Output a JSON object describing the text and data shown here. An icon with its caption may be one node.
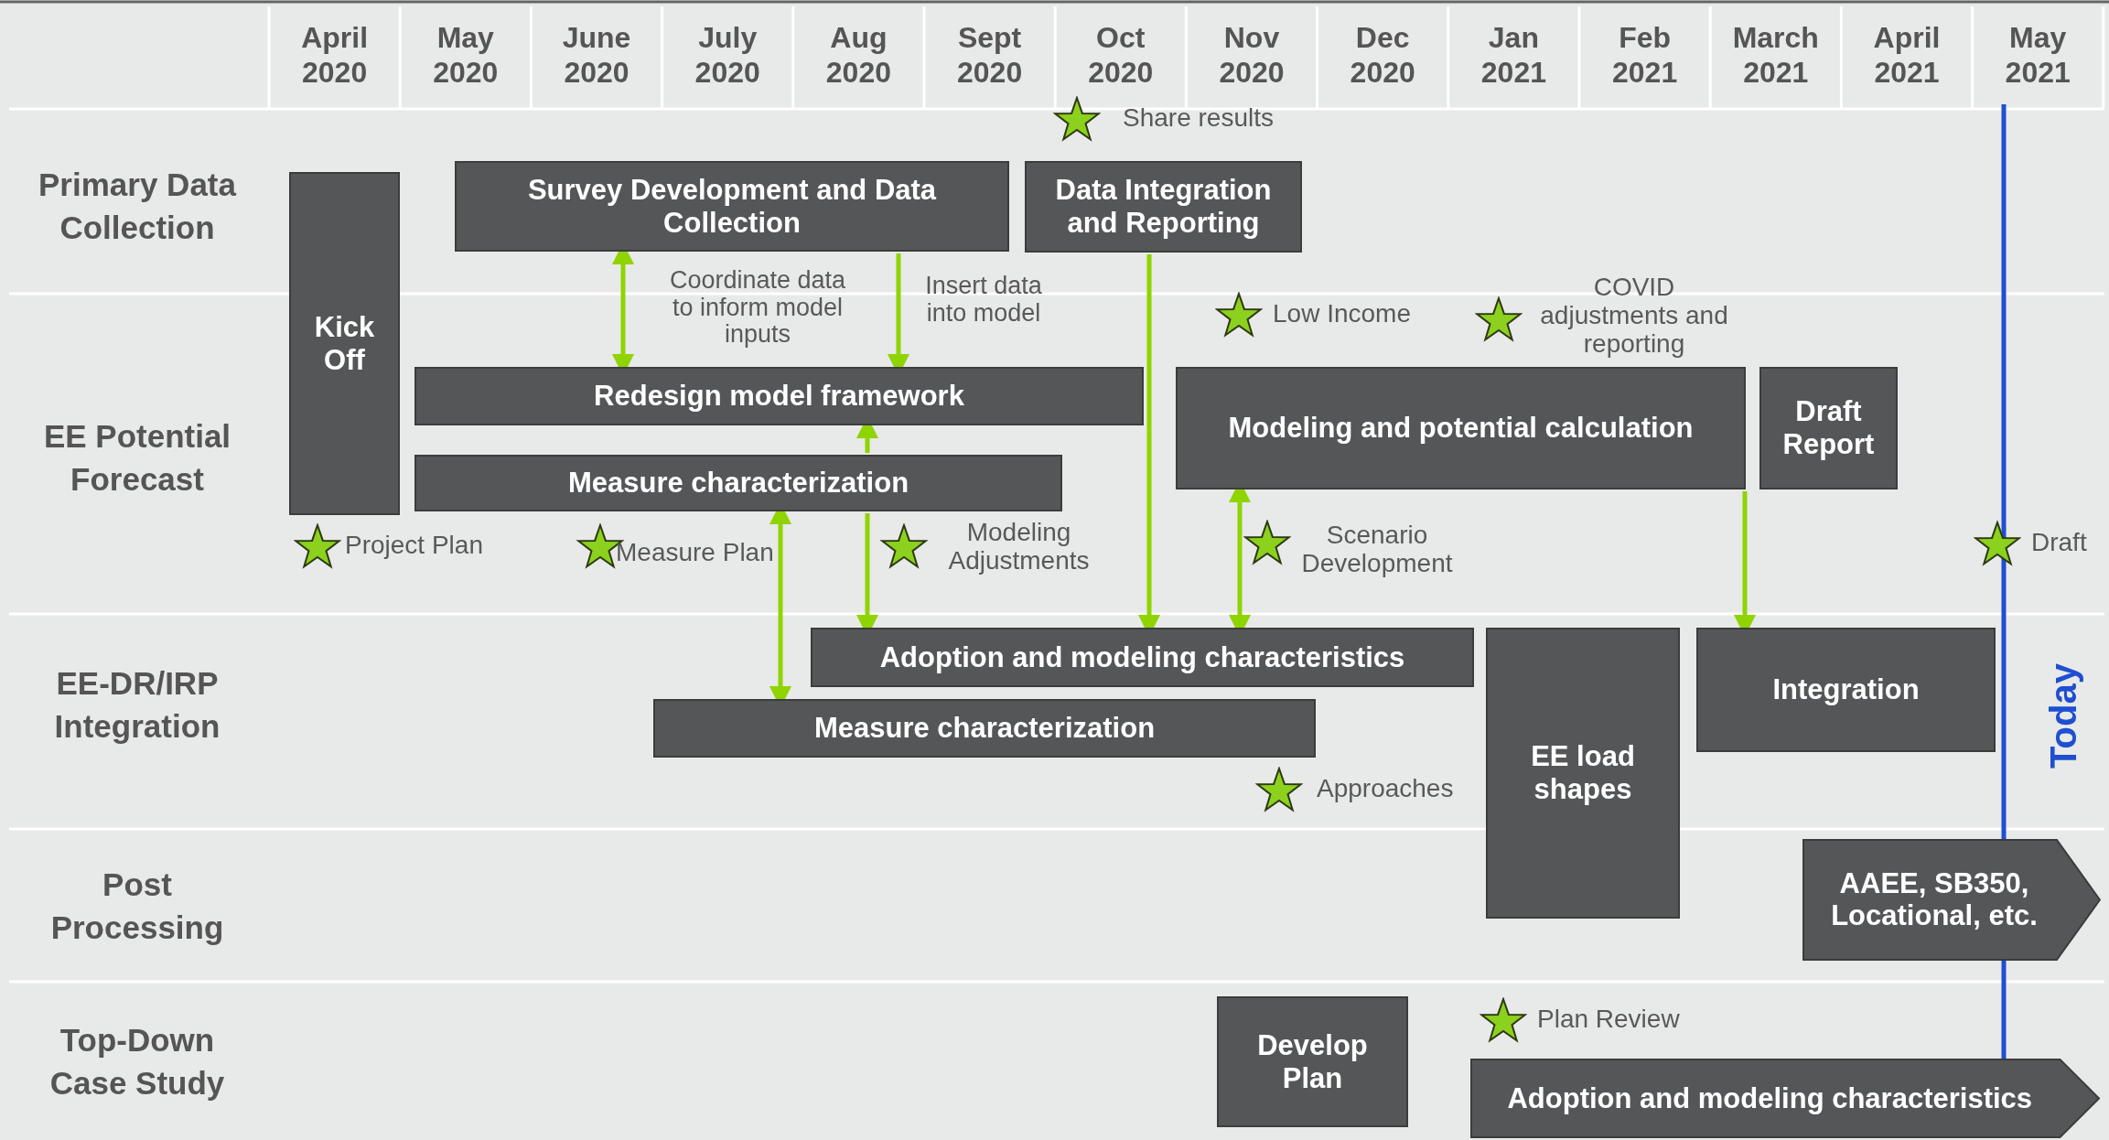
{
  "diagram": {
    "nodes": [
      {
        "text": [
          "Kick Off"
        ]
      },
      {
        "text": [
          "Survey Development and Data Collection"
        ]
      },
      {
        "text": [
          "Data Integration and Reporting"
        ]
      },
      {
        "text": [
          "Redesign model framework"
        ]
      },
      {
        "text": [
          "Measure characterization"
        ]
      },
      {
        "text": [
          "Modeling and potential calculation"
        ]
      },
      {
        "text": [
          "Draft Report"
        ]
      },
      {
        "text": [
          "Adoption and modeling characteristics"
        ]
      },
      {
        "text": [
          "Measure characterization"
        ]
      },
      {
        "text": [
          "EE load shapes"
        ]
      },
      {
        "text": [
          "Integration"
        ]
      },
      {
        "text": [
          "AAEE, SB350, Locational, etc."
        ]
      },
      {
        "text": [
          "Develop Plan"
        ]
      },
      {
        "text": [
          "Adoption and modeling characteristics"
        ]
      },
      {
        "text": [],
        "shape": "star",
        "beside": [
          "Share results"
        ]
      },
      {
        "text": [],
        "shape": "star",
        "beside": [
          "Project Plan"
        ]
      },
      {
        "text": [],
        "shape": "star",
        "beside": [
          "Measure Plan"
        ]
      },
      {
        "text": [],
        "shape": "star",
        "beside": [
          "Modeling Adjustments"
        ]
      },
      {
        "text": [],
        "shape": "star",
        "beside": [
          "Low Income"
        ]
      },
      {
        "text": [],
        "shape": "star",
        "beside": [
          "COVID adjustments and reporting"
        ]
      },
      {
        "text": [],
        "shape": "star",
        "beside": [
          "Scenario Development"
        ]
      },
      {
        "text": [],
        "shape": "star",
        "beside": [
          "Draft"
        ]
      },
      {
        "text": [],
        "shape": "star",
        "beside": [
          "Approaches"
        ]
      },
      {
        "text": [],
        "shape": "star",
        "beside": [
          "Plan Review"
        ]
      }
    ],
    "edges": [
      {
        "from": 1,
        "to": 3,
        "arrow": "both",
        "label": "Coordinate data to inform model inputs"
      },
      {
        "from": 1,
        "to": 3,
        "arrow": "to",
        "label": "Insert data into model"
      },
      {
        "from": 2,
        "to": 7,
        "arrow": "to"
      },
      {
        "from": 4,
        "to": 3,
        "arrow": "to"
      },
      {
        "from": 4,
        "to": 7,
        "arrow": "to"
      },
      {
        "from": 4,
        "to": 8,
        "arrow": "both"
      },
      {
        "from": 5,
        "to": 7,
        "arrow": "both"
      },
      {
        "from": 5,
        "to": 10,
        "arrow": "to"
      }
    ],
    "labels": [
      "April 2020",
      "May 2020",
      "June 2020",
      "July 2020",
      "Aug 2020",
      "Sept 2020",
      "Oct 2020",
      "Nov 2020",
      "Dec 2020",
      "Jan 2021",
      "Feb 2021",
      "March 2021",
      "April 2021",
      "May 2021",
      "Primary Data Collection",
      "EE Potential Forecast",
      "EE-DR/IRP Integration",
      "Post Processing",
      "Top-Down Case Study",
      "Today"
    ]
  }
}
